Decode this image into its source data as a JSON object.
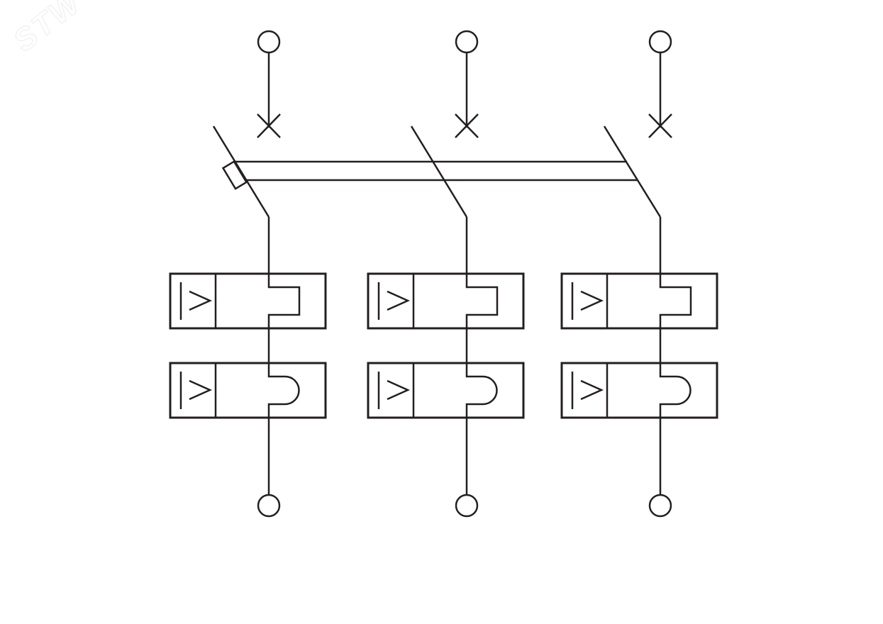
{
  "watermark": {
    "text": "STW"
  },
  "colors": {
    "line": "#231f20",
    "background": "#ffffff",
    "watermark": "#ececec"
  },
  "icons": {
    "terminal": "circle-terminal-icon",
    "isolator": "x-contact-icon",
    "switch": "diagonal-switch-icon",
    "overcurrent_block": "overcurrent-relay-icon"
  },
  "diagram": {
    "poles": 3,
    "trip_levels_per_pole": 2,
    "labels": [
      {
        "text": "I>"
      },
      {
        "text": "I>"
      },
      {
        "text": "I>"
      },
      {
        "text": "I>"
      },
      {
        "text": "I>"
      },
      {
        "text": "I>"
      }
    ]
  }
}
